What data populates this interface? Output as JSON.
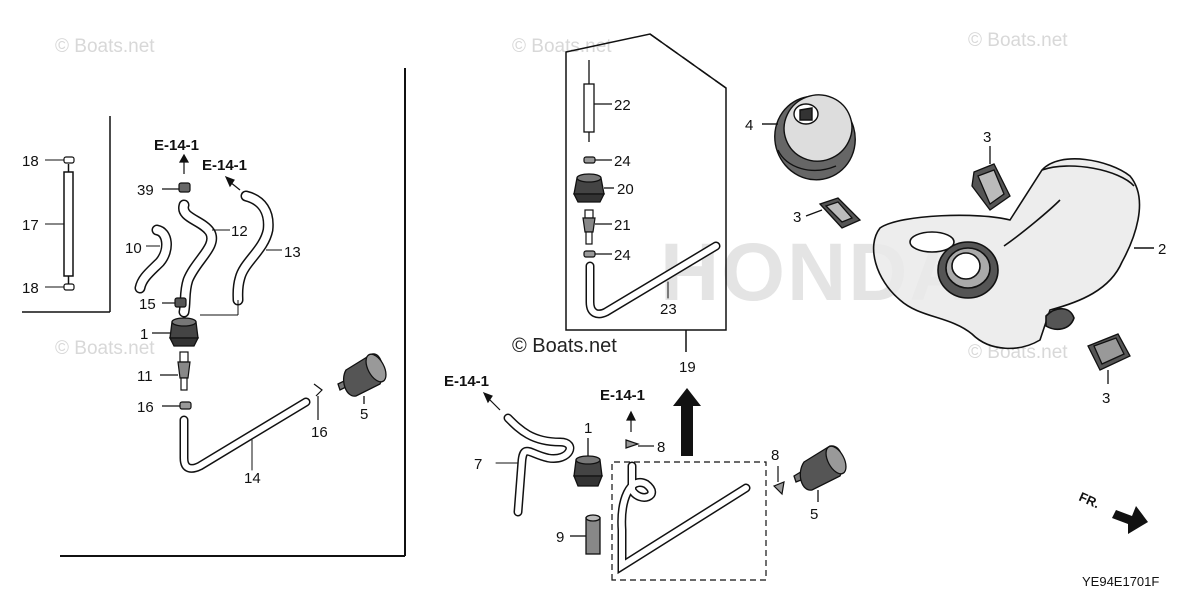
{
  "watermark": {
    "text": "© Boats.net",
    "center_text": "© Boats.net",
    "brand": "HONDA"
  },
  "diagram_code": "YE94E1701F",
  "front_label": "FR.",
  "references": {
    "left_a": "E-14-1",
    "left_b": "E-14-1",
    "bottom_a": "E-14-1",
    "bottom_b": "E-14-1"
  },
  "callouts": {
    "n18_top": "18",
    "n17": "17",
    "n18_bot": "18",
    "n39": "39",
    "n10": "10",
    "n12": "12",
    "n13": "13",
    "n15": "15",
    "n1_left": "1",
    "n11": "11",
    "n16_left": "16",
    "n16_right": "16",
    "n5_left": "5",
    "n14": "14",
    "n22": "22",
    "n24_top": "24",
    "n20": "20",
    "n21": "21",
    "n24_bot": "24",
    "n23": "23",
    "n19": "19",
    "n4": "4",
    "n3_top": "3",
    "n3_mid": "3",
    "n3_bot": "3",
    "n2": "2",
    "n7": "7",
    "n1_bottom": "1",
    "n8_left": "8",
    "n8_right": "8",
    "n9": "9",
    "n5_right": "5"
  }
}
